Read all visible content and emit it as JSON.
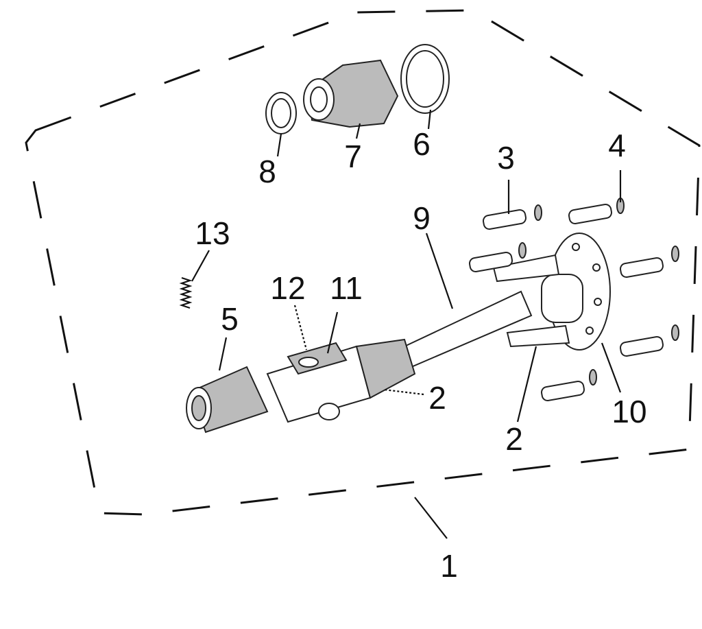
{
  "diagram": {
    "type": "exploded parts diagram",
    "callouts": [
      {
        "id": "callout-1",
        "text": "1"
      },
      {
        "id": "callout-2a",
        "text": "2"
      },
      {
        "id": "callout-2b",
        "text": "2"
      },
      {
        "id": "callout-3",
        "text": "3"
      },
      {
        "id": "callout-4",
        "text": "4"
      },
      {
        "id": "callout-5",
        "text": "5"
      },
      {
        "id": "callout-6",
        "text": "6"
      },
      {
        "id": "callout-7",
        "text": "7"
      },
      {
        "id": "callout-8",
        "text": "8"
      },
      {
        "id": "callout-9",
        "text": "9"
      },
      {
        "id": "callout-10",
        "text": "10"
      },
      {
        "id": "callout-11",
        "text": "11"
      },
      {
        "id": "callout-12",
        "text": "12"
      },
      {
        "id": "callout-13",
        "text": "13"
      }
    ]
  }
}
